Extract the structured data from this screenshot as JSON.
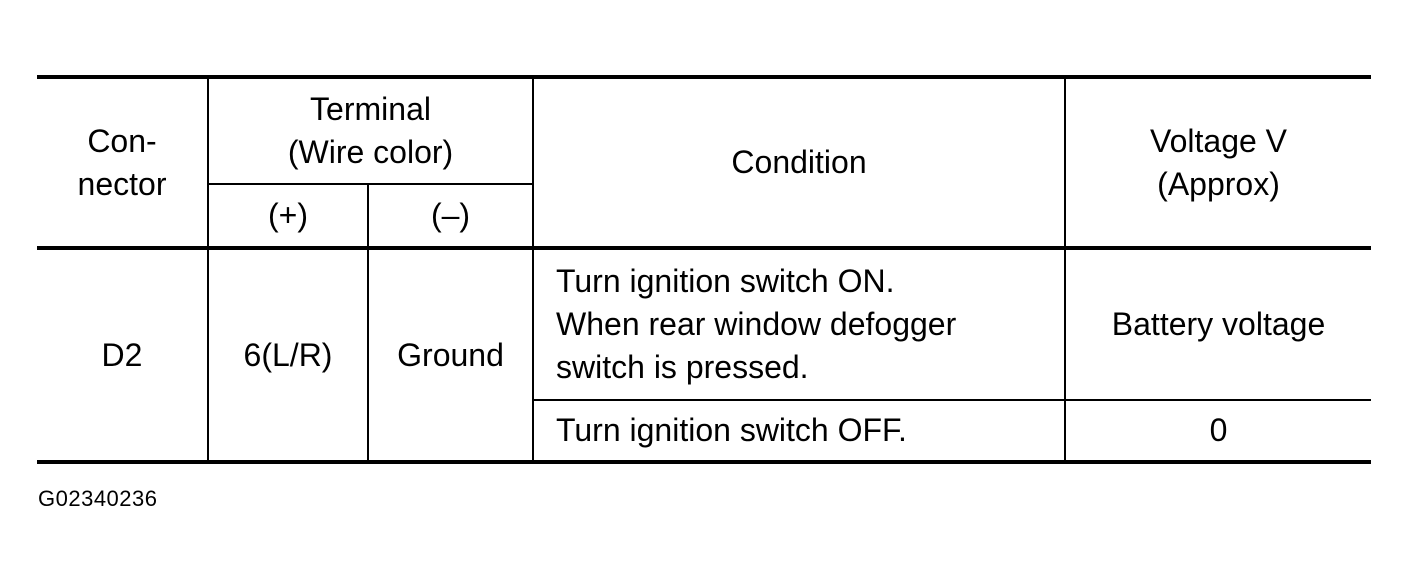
{
  "table": {
    "headers": {
      "connector": [
        "Con-",
        "nector"
      ],
      "terminal": [
        "Terminal",
        "(Wire color)"
      ],
      "terminal_plus": "(+)",
      "terminal_minus": "(–)",
      "condition": "Condition",
      "voltage": [
        "Voltage V",
        "(Approx)"
      ]
    },
    "rows": [
      {
        "connector": "D2",
        "terminal_plus": "6(L/R)",
        "terminal_minus": "Ground",
        "conditions": [
          {
            "condition": [
              "Turn ignition switch ON.",
              "When rear window defogger",
              "switch is pressed."
            ],
            "voltage": "Battery voltage"
          },
          {
            "condition": [
              "Turn ignition switch OFF."
            ],
            "voltage": "0"
          }
        ]
      }
    ]
  },
  "caption": "G02340236"
}
